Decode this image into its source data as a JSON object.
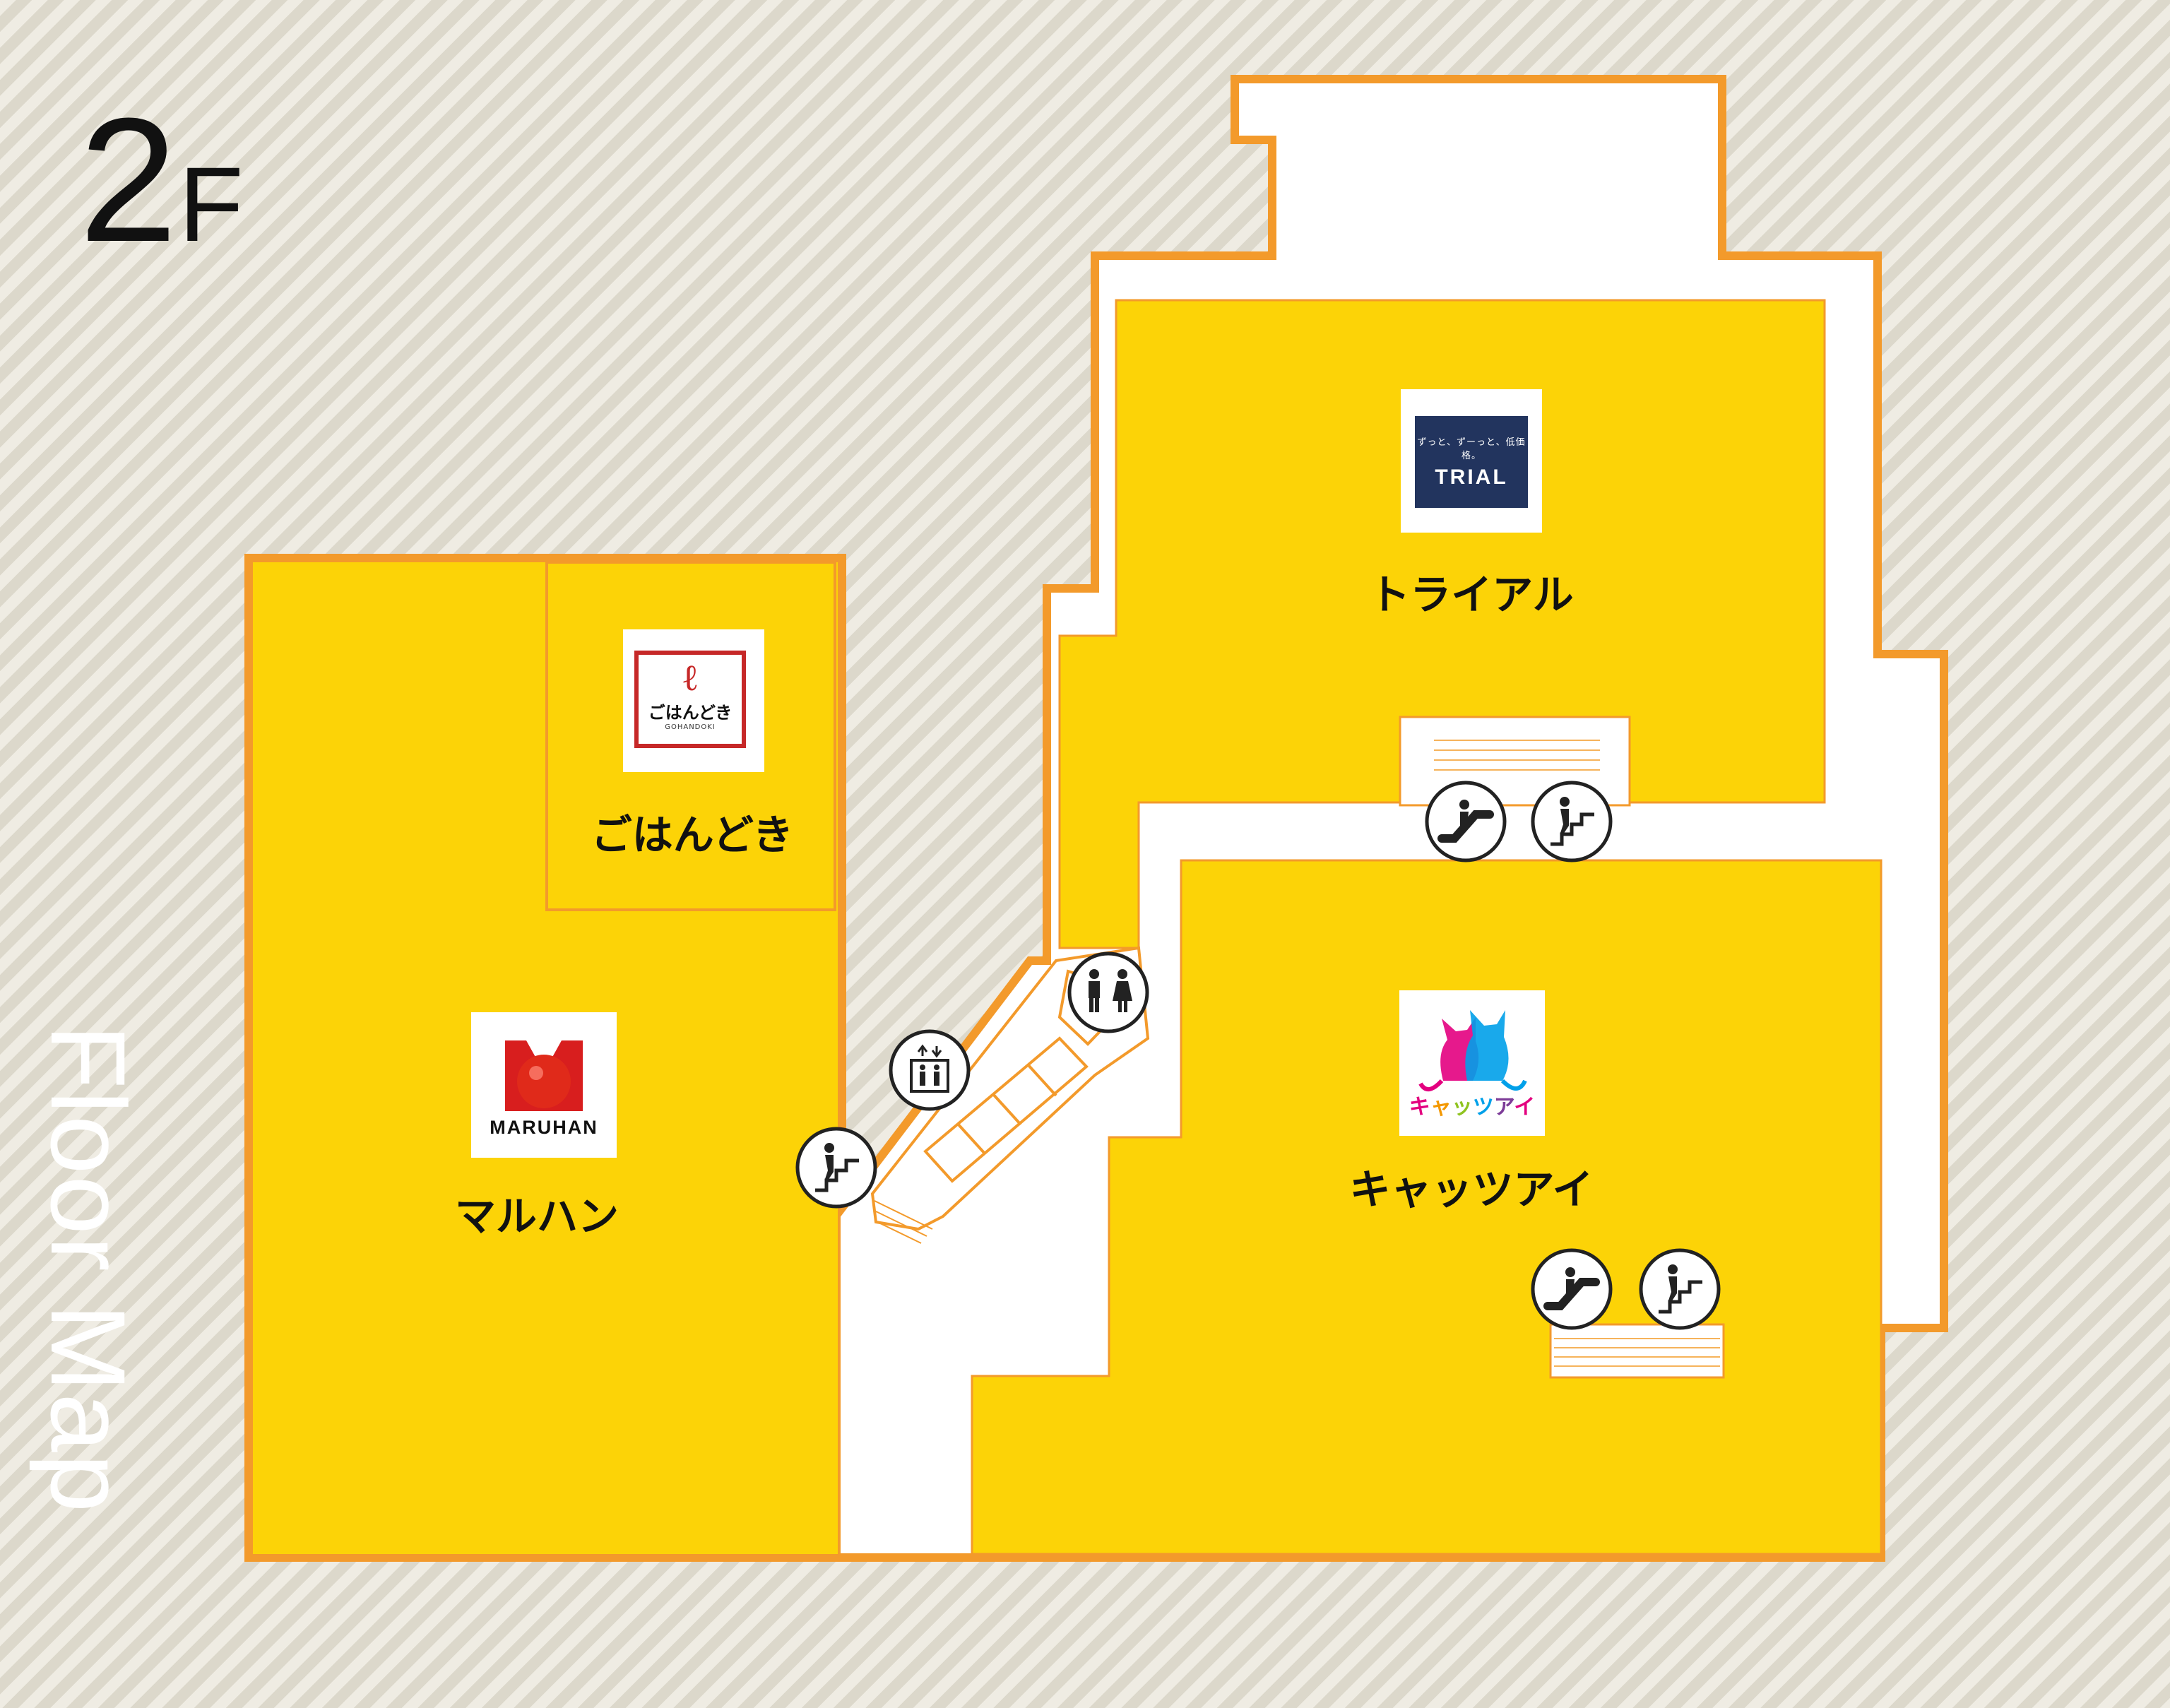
{
  "floor": {
    "number": "2",
    "unit": "F"
  },
  "side_title": "Floor Map",
  "colors": {
    "store_fill": "#fcd307",
    "outline": "#f39a2b",
    "corridor": "#ffffff",
    "icon_stroke": "#222222"
  },
  "stores": [
    {
      "name": "トライアル",
      "logo": {
        "tagline": "ずっと、ずーっと、低価格。",
        "wordmark": "TRIAL"
      }
    },
    {
      "name": "ごはんどき",
      "logo": {
        "mark": "ℓ",
        "wordmark": "ごはんどき",
        "sub": "GOHANDOKI"
      }
    },
    {
      "name": "マルハン",
      "logo": {
        "wordmark": "MARUHAN"
      }
    },
    {
      "name": "キャッツアイ",
      "logo": {
        "chars": [
          "キ",
          "ャ",
          "ッ",
          "ツ",
          "ア",
          "イ"
        ]
      }
    }
  ],
  "facilities": [
    {
      "icon": "escalator-icon"
    },
    {
      "icon": "stairs-icon"
    },
    {
      "icon": "restroom-icon"
    },
    {
      "icon": "elevator-icon"
    },
    {
      "icon": "stairs-icon"
    },
    {
      "icon": "escalator-icon"
    },
    {
      "icon": "stairs-icon"
    }
  ]
}
